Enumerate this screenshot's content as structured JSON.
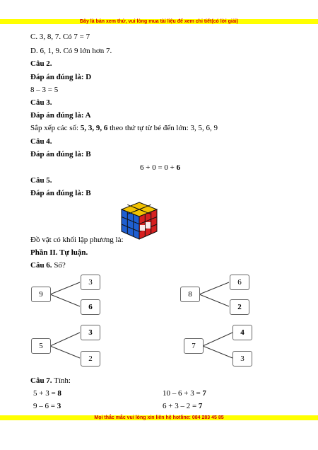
{
  "header_banner": "Đây là bản xem thử, vui lòng mua tài liệu để xem chi tiết(có lời giải)",
  "footer_banner": "Mọi thắc mắc vui lòng xin liên hệ hotline: 084 283 45 85",
  "lines": {
    "optC": "C. 3, 8, 7. Có 7 = 7",
    "optD": "D. 6, 1, 9. Có 9 lớn hơn 7.",
    "q2": "Câu 2.",
    "a2": "Đáp án đúng là: D",
    "calc2": "8 – 3 = 5",
    "q3": "Câu 3.",
    "a3": "Đáp án đúng là: A",
    "sort_prefix": "Sắp xếp các số: ",
    "sort_bold": "5, 3, 9, 6",
    "sort_suffix": " theo thứ tự từ bé đến lớn: 3, 5, 6, 9",
    "q4": "Câu 4.",
    "a4": "Đáp án đúng là: B",
    "eq4_prefix": "6 + 0 = 0 + ",
    "eq4_bold": "6",
    "q5": "Câu 5.",
    "a5": "Đáp án đúng là: B",
    "cube_text": "Đồ vật có khối lập phương là:",
    "part2": "Phần II. Tự luận.",
    "q6_label": "Câu 6.",
    "q6_text": " Số?",
    "q7_label": "Câu 7.",
    "q7_text": " Tính:"
  },
  "trees": [
    {
      "root": "9",
      "top": "3",
      "bottom": "6",
      "bold": "bottom"
    },
    {
      "root": "8",
      "top": "6",
      "bottom": "2",
      "bold": "bottom"
    },
    {
      "root": "5",
      "top": "3",
      "bottom": "2",
      "bold": "top"
    },
    {
      "root": "7",
      "top": "4",
      "bottom": "3",
      "bold": "top"
    }
  ],
  "calcs": {
    "c1_prefix": "5 + 3 = ",
    "c1_bold": "8",
    "c2_prefix": "10 – 6 + 3 = ",
    "c2_bold": "7",
    "c3_prefix": "9 – 6 = ",
    "c3_bold": "3",
    "c4_prefix": "6 + 3 – 2 = ",
    "c4_bold": "7"
  },
  "colors": {
    "banner_text": "#d40000",
    "banner_bg": "#ffff00"
  },
  "image": "rubiks-cube"
}
